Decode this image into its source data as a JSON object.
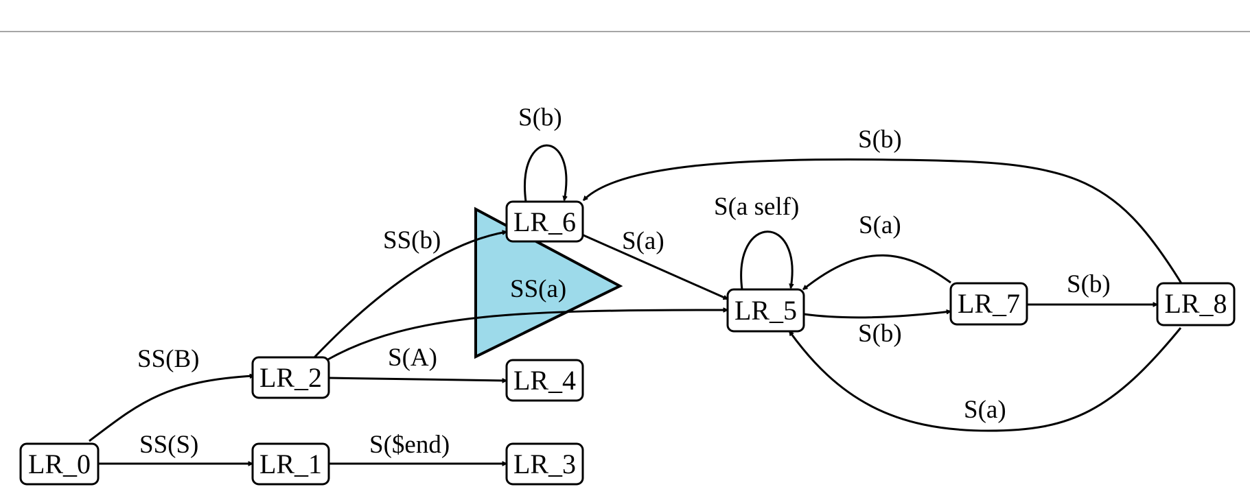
{
  "colors": {
    "triangle_fill": "#9ddaea",
    "stroke": "#000000",
    "node_fill": "#ffffff"
  },
  "nodes": [
    {
      "id": "LR_0",
      "label": "LR_0"
    },
    {
      "id": "LR_1",
      "label": "LR_1"
    },
    {
      "id": "LR_2",
      "label": "LR_2"
    },
    {
      "id": "LR_3",
      "label": "LR_3"
    },
    {
      "id": "LR_4",
      "label": "LR_4"
    },
    {
      "id": "LR_5",
      "label": "LR_5"
    },
    {
      "id": "LR_6",
      "label": "LR_6"
    },
    {
      "id": "LR_7",
      "label": "LR_7"
    },
    {
      "id": "LR_8",
      "label": "LR_8"
    }
  ],
  "edges": [
    {
      "from": "LR_0",
      "to": "LR_2",
      "label": "SS(B)"
    },
    {
      "from": "LR_0",
      "to": "LR_1",
      "label": "SS(S)"
    },
    {
      "from": "LR_1",
      "to": "LR_3",
      "label": "S($end)"
    },
    {
      "from": "LR_2",
      "to": "LR_6",
      "label": "SS(b)"
    },
    {
      "from": "LR_2",
      "to": "LR_5",
      "label": "SS(a)"
    },
    {
      "from": "LR_2",
      "to": "LR_4",
      "label": "S(A)"
    },
    {
      "from": "LR_6",
      "to": "LR_6",
      "label": "S(b)"
    },
    {
      "from": "LR_6",
      "to": "LR_5",
      "label": "S(a)"
    },
    {
      "from": "LR_5",
      "to": "LR_5",
      "label": "S(a self)"
    },
    {
      "from": "LR_5",
      "to": "LR_7",
      "label": "S(b)"
    },
    {
      "from": "LR_7",
      "to": "LR_5",
      "label": "S(a)"
    },
    {
      "from": "LR_7",
      "to": "LR_8",
      "label": "S(b)"
    },
    {
      "from": "LR_8",
      "to": "LR_6",
      "label": "S(b)"
    },
    {
      "from": "LR_8",
      "to": "LR_5",
      "label": "S(a)"
    }
  ]
}
